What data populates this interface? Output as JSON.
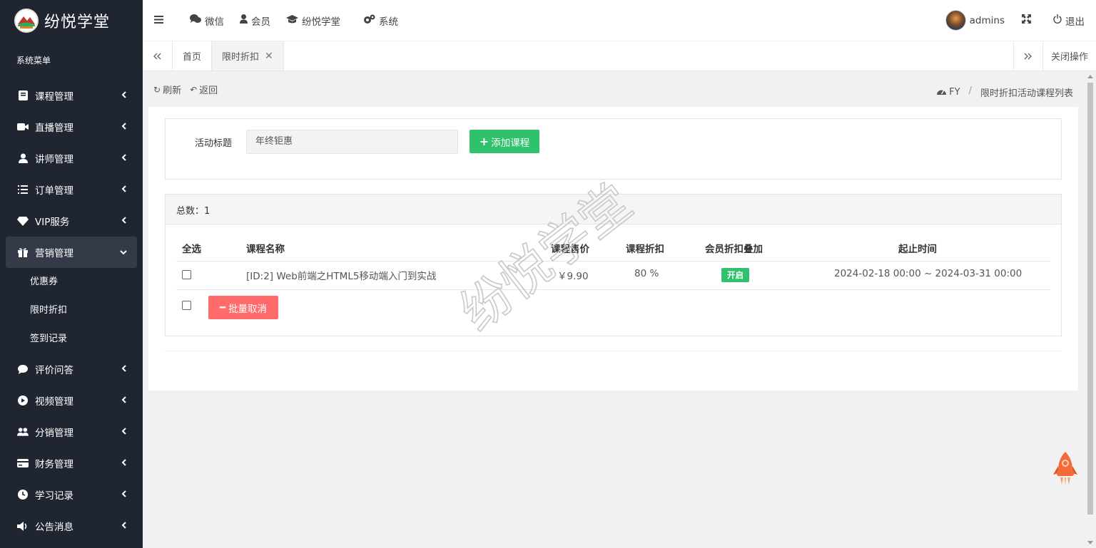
{
  "brand": {
    "name": "纷悦学堂"
  },
  "sidebar": {
    "menu_title": "系统菜单",
    "items": [
      {
        "label": "课程管理",
        "icon": "book-icon"
      },
      {
        "label": "直播管理",
        "icon": "video-camera-icon"
      },
      {
        "label": "讲师管理",
        "icon": "user-tie-icon"
      },
      {
        "label": "订单管理",
        "icon": "list-icon"
      },
      {
        "label": "VIP服务",
        "icon": "diamond-icon"
      },
      {
        "label": "营销管理",
        "icon": "gift-icon",
        "active": true
      },
      {
        "label": "评价问答",
        "icon": "comment-icon"
      },
      {
        "label": "视频管理",
        "icon": "play-circle-icon"
      },
      {
        "label": "分销管理",
        "icon": "users-icon"
      },
      {
        "label": "财务管理",
        "icon": "credit-card-icon"
      },
      {
        "label": "学习记录",
        "icon": "clock-icon"
      },
      {
        "label": "公告消息",
        "icon": "volume-icon"
      }
    ],
    "sub_items": [
      {
        "label": "优惠券"
      },
      {
        "label": "限时折扣"
      },
      {
        "label": "签到记录"
      }
    ]
  },
  "topbar": {
    "menu_toggle_icon": "hamburger-icon",
    "links": [
      {
        "label": "微信",
        "icon": "comments-icon"
      },
      {
        "label": "会员",
        "icon": "user-icon"
      },
      {
        "label": "纷悦学堂",
        "icon": "graduation-cap-icon"
      },
      {
        "label": "系统",
        "icon": "cogs-icon"
      }
    ],
    "username": "admins",
    "logout_label": "退出"
  },
  "tabs": {
    "items": [
      {
        "label": "首页",
        "active": false
      },
      {
        "label": "限时折扣",
        "active": true
      }
    ],
    "close_ops_label": "关闭操作"
  },
  "toolbar": {
    "refresh_label": "刷新",
    "back_label": "返回"
  },
  "breadcrumb": {
    "root": "FY",
    "separator": "/",
    "current": "限时折扣活动课程列表"
  },
  "form": {
    "activity_title_label": "活动标题",
    "activity_title_value": "年终钜惠",
    "add_course_label": "添加课程"
  },
  "summary": {
    "total_label": "总数：1"
  },
  "table": {
    "headers": {
      "select_all": "全选",
      "course_name": "课程名称",
      "price": "课程售价",
      "discount": "课程折扣",
      "member_stack": "会员折扣叠加",
      "period": "起止时间"
    },
    "rows": [
      {
        "course_name": "[ID:2] Web前端之HTML5移动端入门到实战",
        "price": "￥9.90",
        "discount": "80 %",
        "member_stack": "开启",
        "period": "2024-02-18 00:00 ~ 2024-03-31 00:00"
      }
    ]
  },
  "batch_cancel_label": "批量取消",
  "watermark_text": "纷悦学堂",
  "colors": {
    "sidebar": "#202532",
    "green": "#2fc16b",
    "red": "#ff6b6b"
  }
}
